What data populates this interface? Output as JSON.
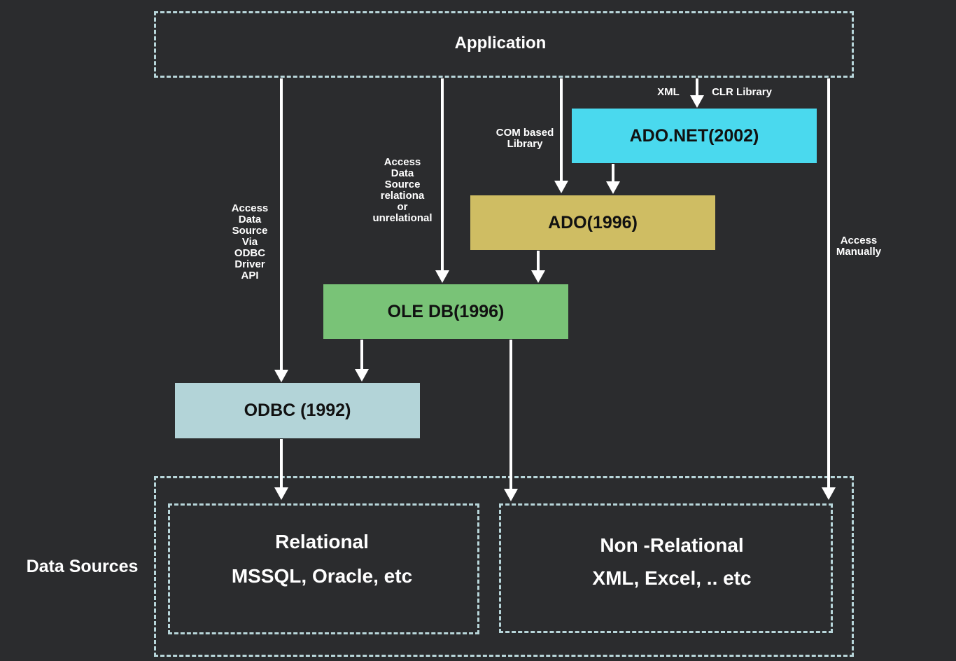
{
  "application": {
    "label": "Application"
  },
  "boxes": {
    "adonet": {
      "label": "ADO.NET(2002)",
      "color": "#4ad9ee"
    },
    "ado": {
      "label": "ADO(1996)",
      "color": "#cfbd63"
    },
    "oledb": {
      "label": "OLE DB(1996)",
      "color": "#79c377"
    },
    "odbc": {
      "label": "ODBC (1992)",
      "color": "#b3d4d8"
    }
  },
  "edge_labels": {
    "xml": "XML",
    "clr": "CLR Library",
    "com": "COM based\nLibrary",
    "access_relational": "Access\nData\nSource\nrelationa\nor\nunrelational",
    "access_odbc": "Access\nData\nSource\nVia\nODBC\nDriver\nAPI",
    "access_manually": "Access\nManually"
  },
  "data_sources": {
    "label": "Data Sources",
    "relational": {
      "title": "Relational",
      "subtitle": "MSSQL, Oracle, etc"
    },
    "non_relational": {
      "title": "Non -Relational",
      "subtitle": "XML, Excel, .. etc"
    }
  },
  "colors": {
    "dash": "#b8d6da",
    "background": "#2b2c2e",
    "arrow": "#ffffff"
  }
}
